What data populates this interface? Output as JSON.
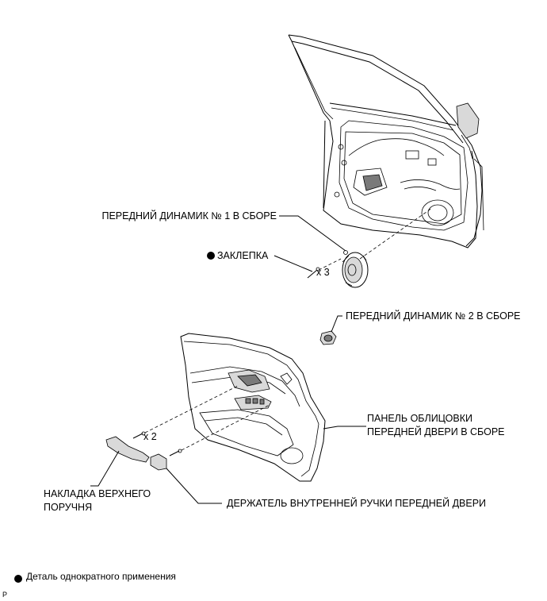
{
  "labels": {
    "front_speaker_1": "ПЕРЕДНИЙ ДИНАМИК № 1 В СБОРЕ",
    "rivet": "ЗАКЛЕПКА",
    "rivet_count": "x 3",
    "front_speaker_2": "ПЕРЕДНИЙ ДИНАМИК № 2 В СБОРЕ",
    "door_trim_line1": "ПАНЕЛЬ ОБЛИЦОВКИ",
    "door_trim_line2": "ПЕРЕДНЕЙ ДВЕРИ В СБОРЕ",
    "screw_count": "x 2",
    "armrest_line1": "НАКЛАДКА ВЕРХНЕГО",
    "armrest_line2": "ПОРУЧНЯ",
    "handle_holder": "ДЕРЖАТЕЛЬ ВНУТРЕННЕЙ РУЧКИ ПЕРЕДНЕЙ ДВЕРИ"
  },
  "legend": {
    "text": "Деталь однократного применения"
  },
  "corner_mark": "P",
  "icons": {
    "non_reusable": "filled-circle-icon"
  }
}
